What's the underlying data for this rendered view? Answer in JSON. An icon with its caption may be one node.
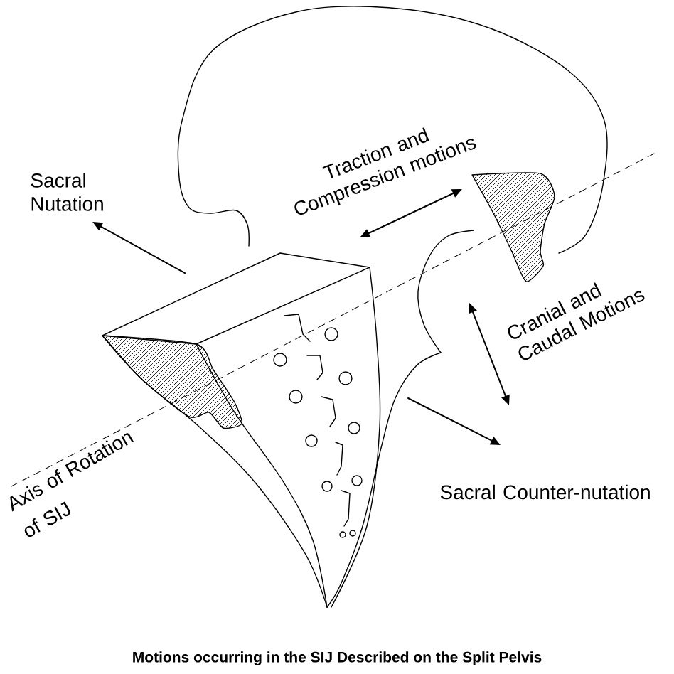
{
  "diagram": {
    "caption": "Motions occurring in the SIJ Described on the Split Pelvis",
    "labels": [
      "Sacral Nutation",
      "Traction and Compression motions",
      "Cranial and Caudal Motions",
      "Axis of Rotation of SIJ",
      "Sacral Counter-nutation"
    ]
  }
}
